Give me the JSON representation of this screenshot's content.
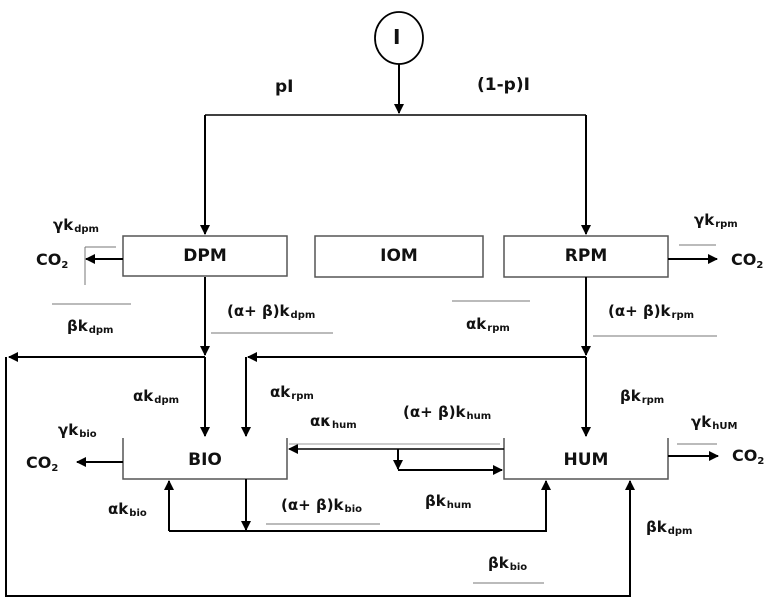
{
  "diagram": {
    "input": {
      "label": "I"
    },
    "split_labels": {
      "left": "pI",
      "right": "(1-p)I"
    },
    "pools": [
      {
        "id": "dpm",
        "label": "DPM"
      },
      {
        "id": "iom",
        "label": "IOM"
      },
      {
        "id": "rpm",
        "label": "RPM"
      },
      {
        "id": "bio",
        "label": "BIO"
      },
      {
        "id": "hum",
        "label": "HUM"
      }
    ],
    "co2_label": "CO",
    "co2_sub": "2",
    "rates": {
      "gamma_dpm": {
        "main": "γk",
        "sub": "dpm"
      },
      "gamma_rpm": {
        "main": "γk",
        "sub": "rpm"
      },
      "gamma_bio": {
        "main": "γk",
        "sub": "bio"
      },
      "gamma_hum": {
        "main": "γk",
        "sub": "hUM"
      },
      "ab_dpm": {
        "main": "(α+ β)k",
        "sub": "dpm"
      },
      "ab_rpm": {
        "main": "(α+ β)k",
        "sub": "rpm"
      },
      "ab_hum": {
        "main": "(α+ β)k",
        "sub": "hum"
      },
      "ab_bio": {
        "main": "(α+ β)k",
        "sub": "bio"
      },
      "beta_dpm_left": {
        "main": "βk",
        "sub": "dpm"
      },
      "alpha_rpm_mid": {
        "main": "αk",
        "sub": "rpm"
      },
      "alpha_dpm": {
        "main": "αk",
        "sub": "dpm"
      },
      "alpha_rpm": {
        "main": "αk",
        "sub": "rpm"
      },
      "alpha_hum": {
        "main": "ακ",
        "sub": "hum"
      },
      "beta_rpm": {
        "main": "βk",
        "sub": "rpm"
      },
      "beta_hum": {
        "main": "βk",
        "sub": "hum"
      },
      "alpha_bio": {
        "main": "αk",
        "sub": "bio"
      },
      "beta_bio": {
        "main": "βk",
        "sub": "bio"
      },
      "beta_dpm_right": {
        "main": "βk",
        "sub": "dpm"
      }
    }
  }
}
